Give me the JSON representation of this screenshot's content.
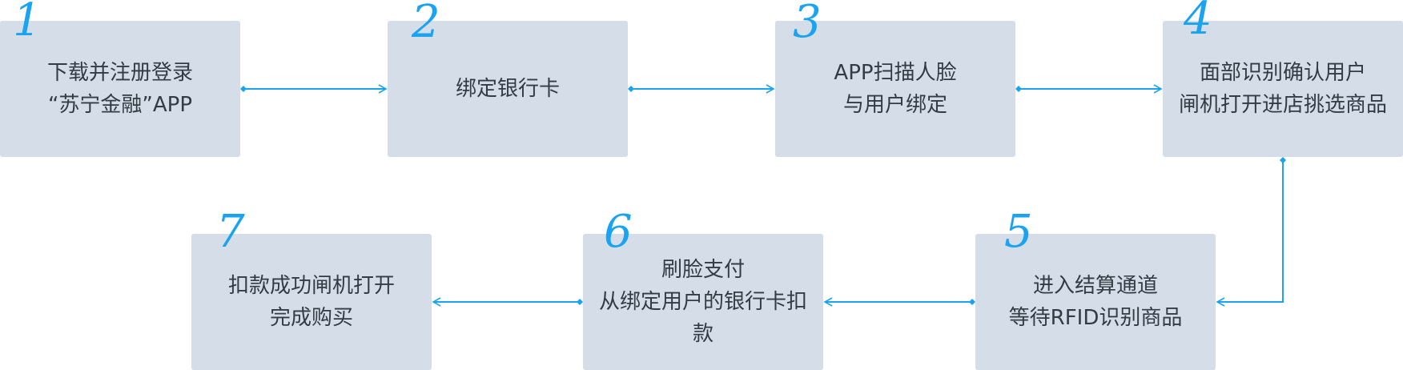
{
  "steps": [
    {
      "number": "1",
      "text": "下载并注册登录\n“苏宁金融”APP"
    },
    {
      "number": "2",
      "text": "绑定银行卡"
    },
    {
      "number": "3",
      "text": "APP扫描人脸\n与用户绑定"
    },
    {
      "number": "4",
      "text": "面部识别确认用户\n闸机打开进店挑选商品"
    },
    {
      "number": "5",
      "text": "进入结算通道\n等待RFID识别商品"
    },
    {
      "number": "6",
      "text": "刷脸支付\n从绑定用户的银行卡扣\n款"
    },
    {
      "number": "7",
      "text": "扣款成功闸机打开\n完成购买"
    }
  ],
  "colors": {
    "box_fill": "#d5dde8",
    "accent": "#1aa3f0",
    "text": "#333b45"
  }
}
